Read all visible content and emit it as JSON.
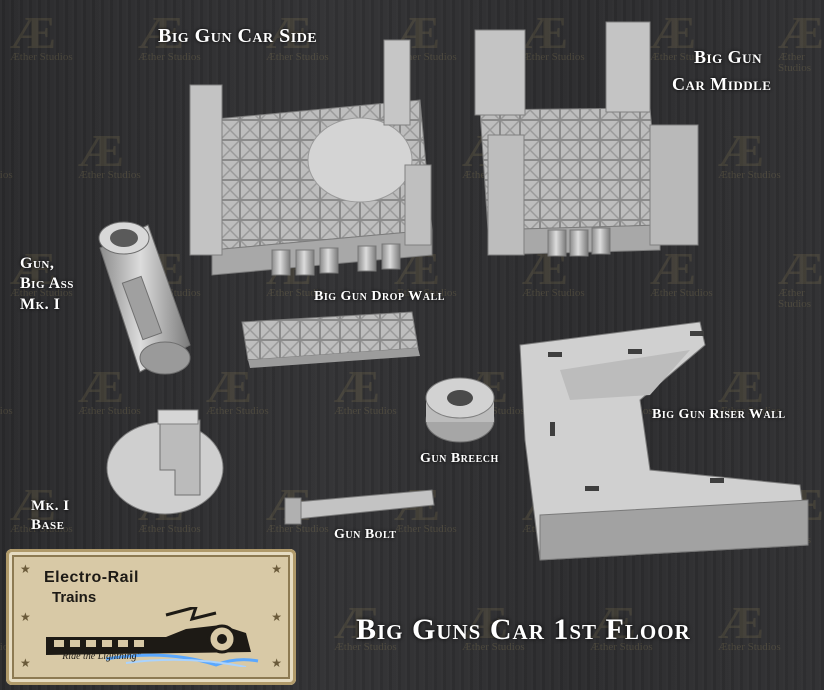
{
  "labels": {
    "side": "Big Gun Car Side",
    "middle_1": "Big Gun",
    "middle_2": "Car Middle",
    "gun_1": "Gun,",
    "gun_2": "Big Ass",
    "gun_3": "Mk. I",
    "drop_wall": "Big Gun Drop Wall",
    "riser_wall": "Big Gun Riser Wall",
    "breech": "Gun Breech",
    "base_1": "Mk. I",
    "base_2": "Base",
    "bolt": "Gun Bolt"
  },
  "title": "Big Guns Car 1st Floor",
  "watermark": {
    "mark": "Æ",
    "text": "Æther Studios"
  },
  "logo": {
    "line1": "Electro-Rail",
    "line2": "Trains",
    "tagline": "\"Ride the Lightning\""
  },
  "colors": {
    "background": "#2b2b2d",
    "part": "#c9c9c9",
    "label": "#ffffff",
    "watermark": "#c8af6e",
    "ticket": "#d8c9a6"
  }
}
